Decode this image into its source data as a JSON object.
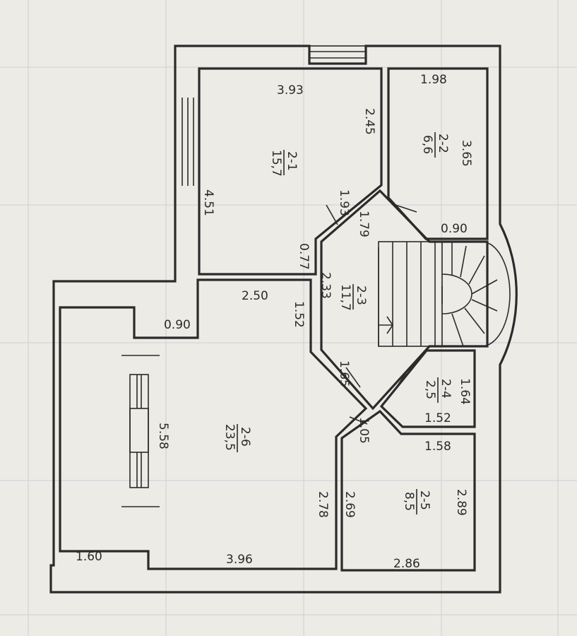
{
  "dimensions": {
    "d_393": "3.93",
    "d_451": "4.51",
    "d_245": "2.45",
    "d_198": "1.98",
    "d_365": "3.65",
    "d_090a": "0.90",
    "d_193": "1.93",
    "d_179": "1.79",
    "d_077": "0.77",
    "d_250": "2.50",
    "d_152a": "1.52",
    "d_233": "2.33",
    "d_090b": "0.90",
    "d_165": "1.65",
    "d_164": "1.64",
    "d_152b": "1.52",
    "d_105": "1.05",
    "d_158": "1.58",
    "d_558": "5.58",
    "d_289": "2.89",
    "d_278": "2.78",
    "d_269": "2.69",
    "d_160": "1.60",
    "d_396": "3.96",
    "d_286": "2.86"
  },
  "rooms": {
    "r1": {
      "id": "2-1",
      "area": "15,7"
    },
    "r2": {
      "id": "2-2",
      "area": "6,6"
    },
    "r3": {
      "id": "2-3",
      "area": "11,7"
    },
    "r4": {
      "id": "2-4",
      "area": "2,5"
    },
    "r5": {
      "id": "2-5",
      "area": "8,5"
    },
    "r6": {
      "id": "2-6",
      "area": "23,5"
    }
  }
}
